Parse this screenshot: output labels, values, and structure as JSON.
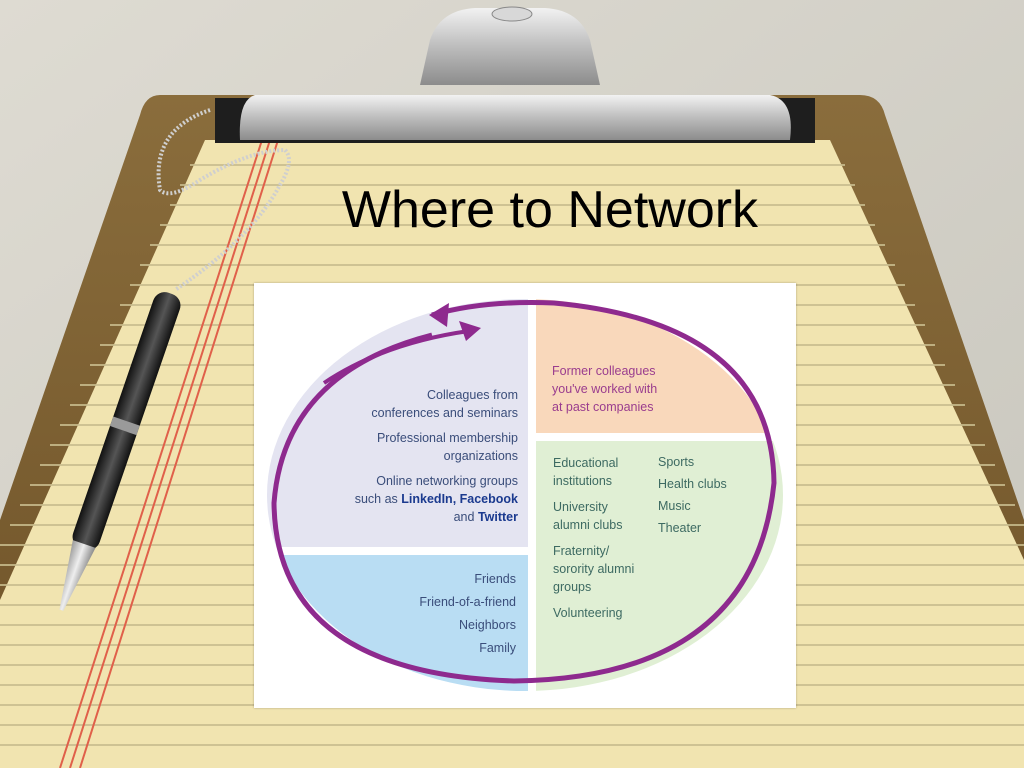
{
  "slide": {
    "title": "Where to Network"
  },
  "diagram": {
    "quadrant_top_left": {
      "items": [
        {
          "lines": [
            "Colleagues from",
            "conferences and seminars"
          ]
        },
        {
          "lines": [
            "Professional membership",
            "organizations"
          ]
        },
        {
          "lines": [
            "Online networking groups"
          ]
        }
      ],
      "line_such_as": "such as ",
      "linkedin": "LinkedIn",
      "comma": ", ",
      "facebook": "Facebook",
      "and_text": "and ",
      "twitter": "Twitter"
    },
    "quadrant_top_right": {
      "lines": [
        "Former colleagues",
        "you've worked with",
        "at past companies"
      ]
    },
    "quadrant_bottom_left": {
      "items": [
        "Friends",
        "Friend-of-a-friend",
        "Neighbors",
        "Family"
      ]
    },
    "quadrant_bottom_right": {
      "left_column": [
        {
          "lines": [
            "Educational",
            "institutions"
          ]
        },
        {
          "lines": [
            "University",
            "alumni clubs"
          ]
        },
        {
          "lines": [
            "Fraternity/",
            "sorority alumni",
            "groups"
          ]
        },
        {
          "lines": [
            "Volunteering"
          ]
        }
      ],
      "right_column": [
        "Sports",
        "Health clubs",
        "Music",
        "Theater"
      ]
    },
    "colors": {
      "top_left_fill": "#e4e4f1",
      "top_right_fill": "#f9d8bb",
      "bottom_left_fill": "#b9ddf3",
      "bottom_right_fill": "#e0efd4",
      "arrow": "#8e2a8e"
    }
  }
}
